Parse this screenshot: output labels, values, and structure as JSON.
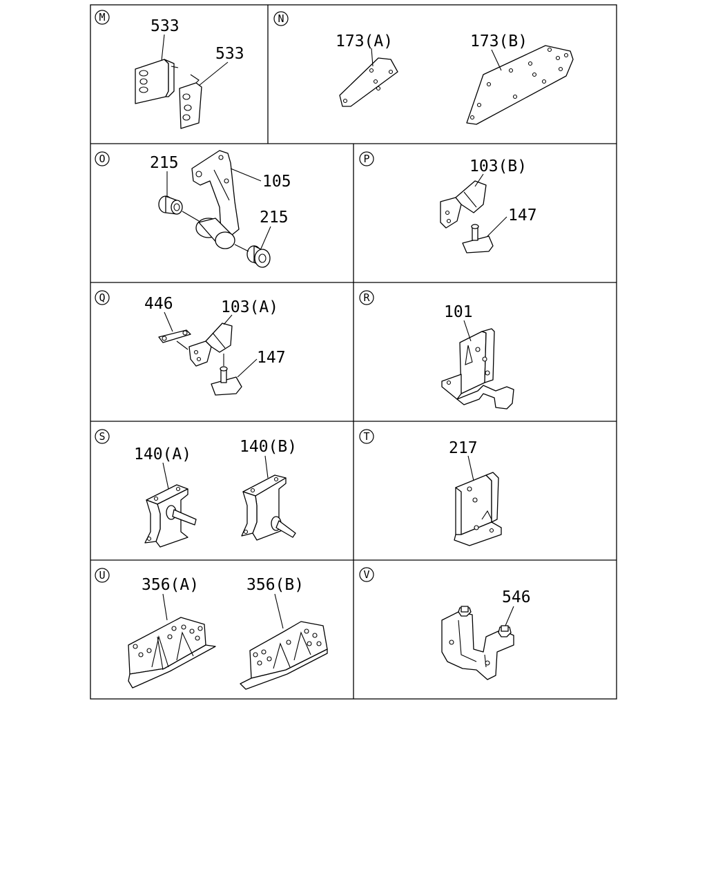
{
  "panels": {
    "M": {
      "id": "M",
      "labels": [
        "533",
        "533"
      ]
    },
    "N": {
      "id": "N",
      "labels": [
        "173(A)",
        "173(B)"
      ]
    },
    "O": {
      "id": "O",
      "labels": [
        "215",
        "105",
        "215"
      ]
    },
    "P": {
      "id": "P",
      "labels": [
        "103(B)",
        "147"
      ]
    },
    "Q": {
      "id": "Q",
      "labels": [
        "446",
        "103(A)",
        "147"
      ]
    },
    "R": {
      "id": "R",
      "labels": [
        "101"
      ]
    },
    "S": {
      "id": "S",
      "labels": [
        "140(A)",
        "140(B)"
      ]
    },
    "T": {
      "id": "T",
      "labels": [
        "217"
      ]
    },
    "U": {
      "id": "U",
      "labels": [
        "356(A)",
        "356(B)"
      ]
    },
    "V": {
      "id": "V",
      "labels": [
        "546"
      ]
    }
  }
}
